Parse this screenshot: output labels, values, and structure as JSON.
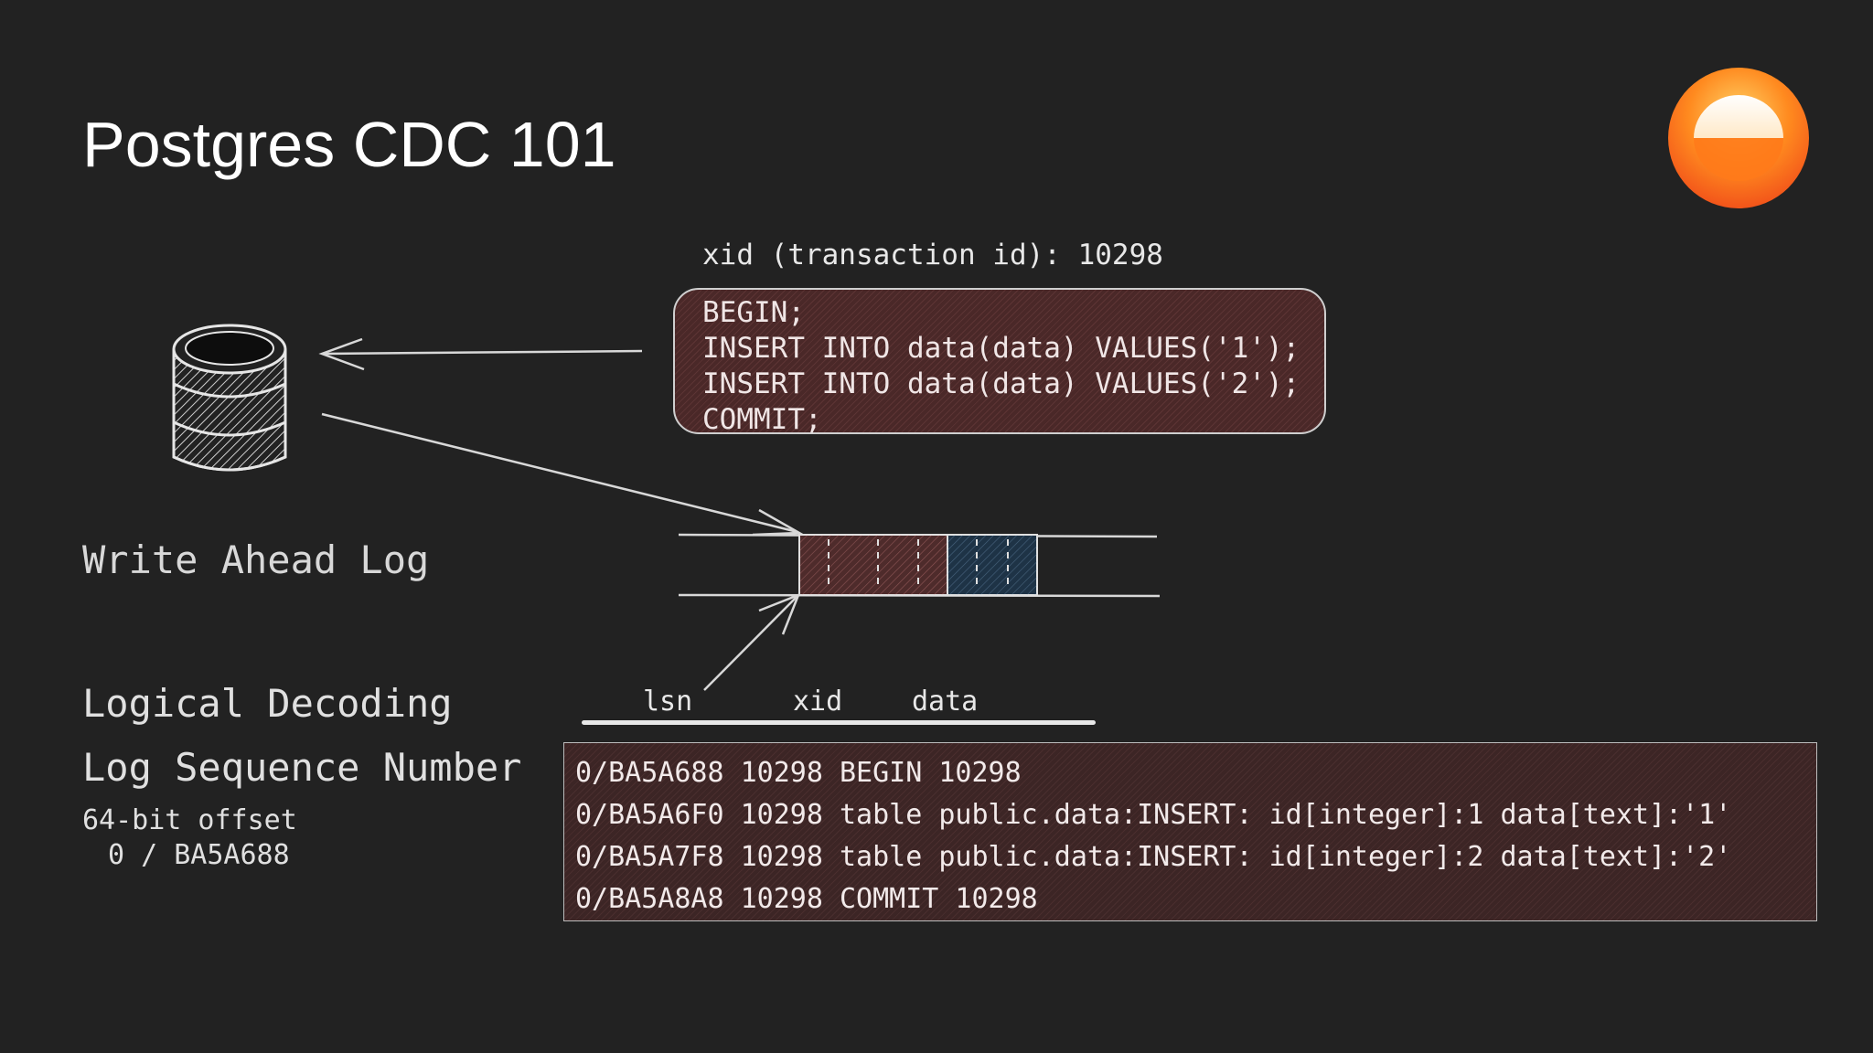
{
  "slide": {
    "title": "Postgres CDC 101"
  },
  "transaction": {
    "header": "xid (transaction id): 10298",
    "statements": [
      "BEGIN;",
      "INSERT INTO data(data) VALUES('1');",
      "INSERT INTO data(data) VALUES('2');",
      "COMMIT;"
    ]
  },
  "labels": {
    "write_ahead_log": "Write Ahead Log",
    "logical_decoding": "Logical Decoding",
    "log_sequence_number": "Log Sequence Number",
    "offset_desc": "64-bit offset",
    "offset_example": "0 / BA5A688"
  },
  "columns": {
    "lsn": "lsn",
    "xid": "xid",
    "data": "data"
  },
  "log_rows": [
    "0/BA5A688 10298 BEGIN 10298",
    "0/BA5A6F0 10298 table public.data:INSERT: id[integer]:1 data[text]:'1'",
    "0/BA5A7F8 10298 table public.data:INSERT: id[integer]:2 data[text]:'2'",
    "0/BA5A8A8 10298 COMMIT 10298"
  ],
  "colors": {
    "background": "#222222",
    "transaction_fill": "#4a2828",
    "wal_segment_red": "#4e2b2b",
    "wal_segment_blue": "#1e3346",
    "logo_orange": "#ff7a1a"
  },
  "icons": {
    "database": "database-icon",
    "logo": "logo-icon"
  }
}
